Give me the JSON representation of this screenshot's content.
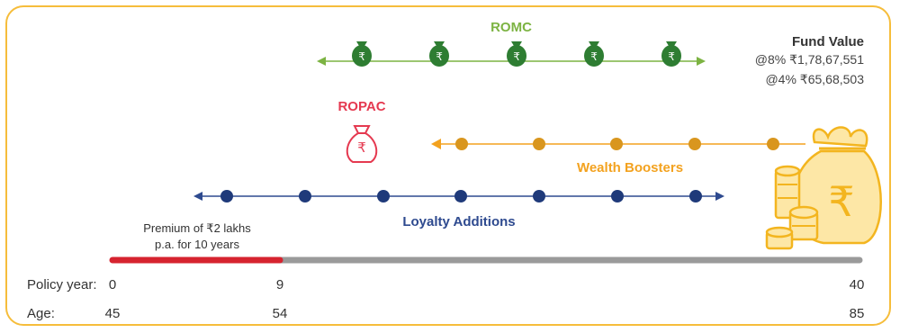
{
  "romc": {
    "label": "ROMC",
    "bag_symbol": "₹"
  },
  "fund_value": {
    "title": "Fund Value",
    "at_8": "@8% ₹1,78,67,551",
    "at_4": "@4% ₹65,68,503"
  },
  "ropac": {
    "label": "ROPAC",
    "bag_symbol": "₹"
  },
  "wealth_boosters": {
    "label": "Wealth Boosters"
  },
  "loyalty_additions": {
    "label": "Loyalty Additions"
  },
  "premium": {
    "line1": "Premium of ₹2 lakhs",
    "line2": "p.a. for 10 years"
  },
  "timeline": {
    "policy_year_label": "Policy year:",
    "age_label": "Age:",
    "policy_years": [
      "0",
      "9",
      "40"
    ],
    "ages": [
      "45",
      "54",
      "85"
    ]
  },
  "big_bag_symbol": "₹",
  "colors": {
    "border": "#f6bd3b",
    "romc": "#7cb342",
    "romc_bag": "#2e7d32",
    "ropac": "#e53950",
    "wealth": "#f3a21f",
    "wealth_dot": "#d9961e",
    "loyalty": "#2e4a8f",
    "premium_bar": "#d6232f",
    "timeline_bar": "#9a9a9a"
  }
}
